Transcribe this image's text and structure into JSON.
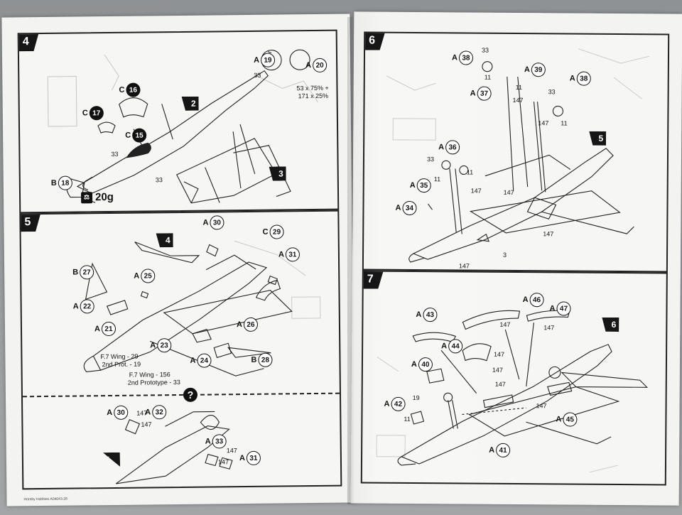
{
  "steps": {
    "s4": {
      "number": "4",
      "parts": [
        {
          "letter": "A",
          "num": "19",
          "dark": false
        },
        {
          "letter": "A",
          "num": "20",
          "dark": false
        },
        {
          "letter": "C",
          "num": "16",
          "dark": true
        },
        {
          "letter": "C",
          "num": "17",
          "dark": true
        },
        {
          "letter": "C",
          "num": "15",
          "dark": true
        },
        {
          "letter": "B",
          "num": "18",
          "dark": false
        }
      ],
      "flags": [
        "2",
        "3"
      ],
      "glue": [
        "33",
        "33",
        "33"
      ],
      "paint_note": [
        "53 x 75% +",
        "171 x 25%"
      ],
      "weight": "20g"
    },
    "s5": {
      "number": "5",
      "parts": [
        {
          "letter": "A",
          "num": "30",
          "dark": false
        },
        {
          "letter": "C",
          "num": "29",
          "dark": false
        },
        {
          "letter": "A",
          "num": "31",
          "dark": false
        },
        {
          "letter": "B",
          "num": "27",
          "dark": false
        },
        {
          "letter": "A",
          "num": "25",
          "dark": false
        },
        {
          "letter": "A",
          "num": "22",
          "dark": false
        },
        {
          "letter": "A",
          "num": "21",
          "dark": false
        },
        {
          "letter": "A",
          "num": "26",
          "dark": false
        },
        {
          "letter": "A",
          "num": "23",
          "dark": false
        },
        {
          "letter": "A",
          "num": "24",
          "dark": false
        },
        {
          "letter": "B",
          "num": "28",
          "dark": false
        }
      ],
      "flags": [
        "4",
        "4"
      ],
      "note1": [
        "F.7 Wing - 29",
        "2nd Prot. - 19"
      ],
      "note2": [
        "F.7 Wing - 156",
        "2nd Prototype - 33"
      ],
      "alt_parts": [
        {
          "letter": "A",
          "num": "30"
        },
        {
          "letter": "A",
          "num": "32"
        },
        {
          "letter": "A",
          "num": "33"
        },
        {
          "letter": "A",
          "num": "31"
        }
      ],
      "alt_paint": [
        "147",
        "147",
        "147",
        "147"
      ],
      "question": "?"
    },
    "s6": {
      "number": "6",
      "parts": [
        {
          "letter": "A",
          "num": "38",
          "dark": false
        },
        {
          "letter": "A",
          "num": "39",
          "dark": false
        },
        {
          "letter": "A",
          "num": "38",
          "dark": false
        },
        {
          "letter": "A",
          "num": "37",
          "dark": false
        },
        {
          "letter": "A",
          "num": "36",
          "dark": false
        },
        {
          "letter": "A",
          "num": "35",
          "dark": false
        },
        {
          "letter": "A",
          "num": "34",
          "dark": false
        }
      ],
      "flag": "5",
      "paint": [
        "33",
        "11",
        "11",
        "147",
        "33",
        "11",
        "147",
        "33",
        "11",
        "11",
        "147",
        "147",
        "147",
        "147",
        "3"
      ]
    },
    "s7": {
      "number": "7",
      "parts": [
        {
          "letter": "A",
          "num": "46",
          "dark": false
        },
        {
          "letter": "A",
          "num": "43",
          "dark": false
        },
        {
          "letter": "A",
          "num": "47",
          "dark": false
        },
        {
          "letter": "A",
          "num": "44",
          "dark": false
        },
        {
          "letter": "A",
          "num": "40",
          "dark": false
        },
        {
          "letter": "A",
          "num": "42",
          "dark": false
        },
        {
          "letter": "A",
          "num": "41",
          "dark": false
        },
        {
          "letter": "A",
          "num": "45",
          "dark": false
        }
      ],
      "flag": "6",
      "paint": [
        "147",
        "147",
        "147",
        "147",
        "147",
        "19",
        "11",
        "147"
      ]
    }
  },
  "footer": "Hornby Hobbies A04043-28"
}
